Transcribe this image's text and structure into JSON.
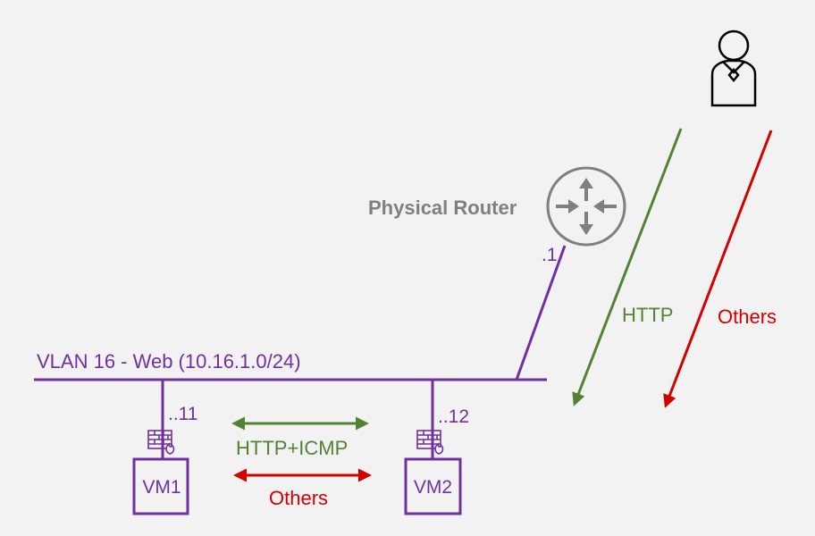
{
  "colors": {
    "vlan": "#7030a0",
    "allowed": "#548235",
    "blocked": "#d40000",
    "router": "#7f7f7f",
    "background": "#f2f2f2"
  },
  "router": {
    "label": "Physical Router",
    "icon": "router-icon",
    "ip_suffix": ".1"
  },
  "user": {
    "icon": "user-icon"
  },
  "vlan": {
    "label": "VLAN 16 - Web (10.16.1.0/24)"
  },
  "vms": [
    {
      "label": "VM1",
      "ip_suffix": "..11",
      "icon": "firewall-icon"
    },
    {
      "label": "VM2",
      "ip_suffix": "..12",
      "icon": "firewall-icon"
    }
  ],
  "flows": {
    "inbound_allowed": "HTTP",
    "inbound_blocked": "Others",
    "east_west_allowed": "HTTP+ICMP",
    "east_west_blocked": "Others"
  }
}
